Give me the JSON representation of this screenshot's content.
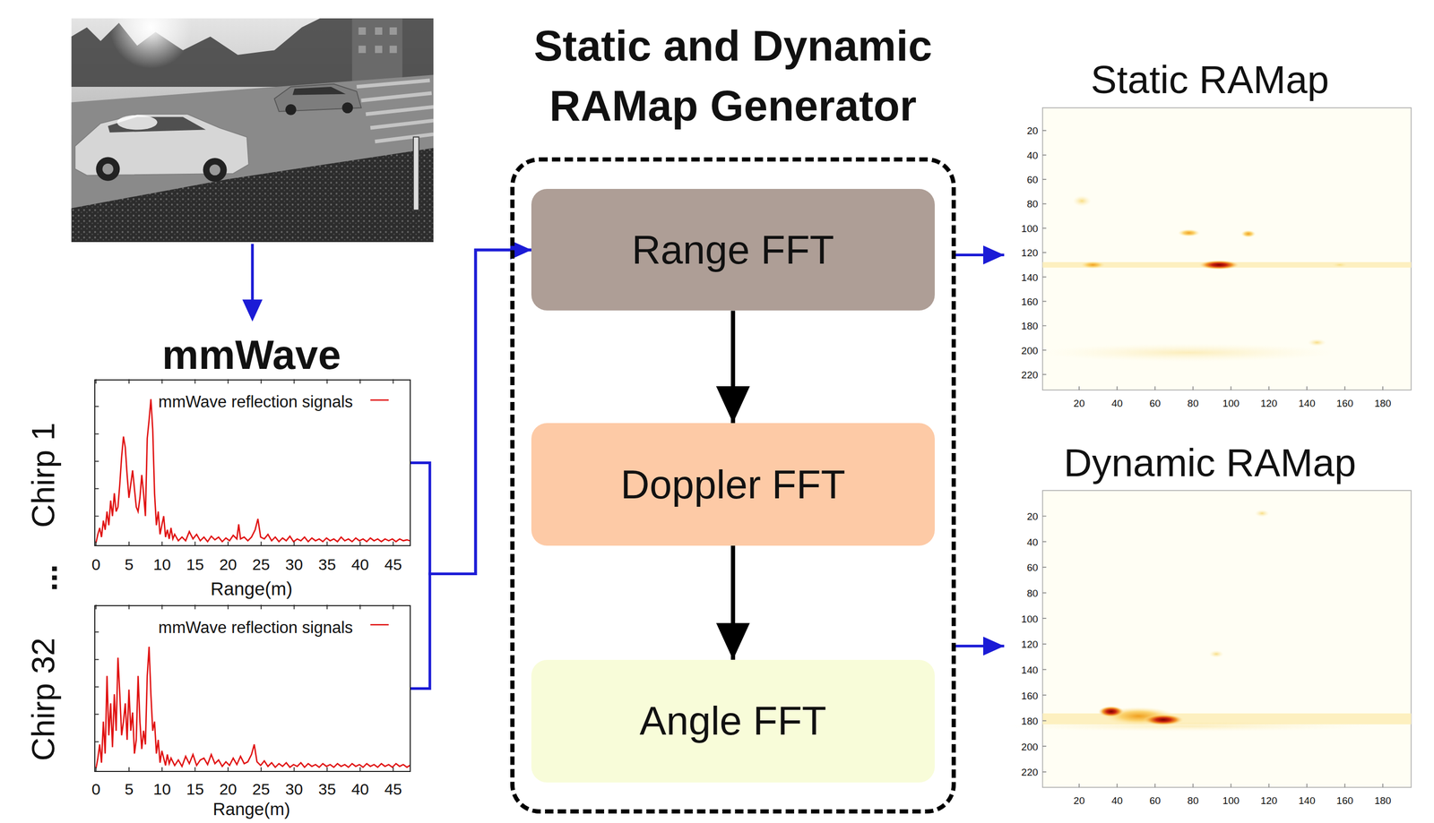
{
  "diagram": {
    "nodes": [
      {
        "text": [
          "mmWave reflection signals"
        ]
      },
      {
        "text": [
          "mmWave reflection signals"
        ]
      },
      {
        "text": [
          "Static and Dynamic RAMap Generator"
        ]
      },
      {
        "text": [
          "Range FFT"
        ],
        "in": 2
      },
      {
        "text": [
          "Doppler FFT"
        ],
        "in": 2
      },
      {
        "text": [
          "Angle FFT"
        ],
        "in": 2
      },
      {
        "text": [
          "Static RAMap"
        ]
      },
      {
        "text": [
          "Dynamic RAMap"
        ]
      }
    ],
    "edges": [
      {
        "from": 0,
        "to": 3,
        "arrow": "to"
      },
      {
        "from": 1,
        "to": 3,
        "arrow": "to"
      },
      {
        "from": 3,
        "to": 4,
        "arrow": "to"
      },
      {
        "from": 4,
        "to": 5,
        "arrow": "to"
      },
      {
        "from": 2,
        "to": 6,
        "arrow": "to"
      },
      {
        "from": 2,
        "to": 7,
        "arrow": "to"
      }
    ],
    "labels": [
      "mmWave",
      "Chirp 1",
      "...",
      "Chirp 32",
      "0",
      "5",
      "10",
      "15",
      "20",
      "25",
      "30",
      "35",
      "40",
      "45",
      "Range(m)",
      "0",
      "5",
      "10",
      "15",
      "20",
      "25",
      "30",
      "35",
      "40",
      "45",
      "Range(m)",
      "20",
      "40",
      "60",
      "80",
      "100",
      "120",
      "140",
      "160",
      "180",
      "200",
      "220",
      "20",
      "40",
      "60",
      "80",
      "100",
      "120",
      "140",
      "160",
      "180",
      "20",
      "40",
      "60",
      "80",
      "100",
      "120",
      "140",
      "160",
      "180",
      "200",
      "220",
      "20",
      "40",
      "60",
      "80",
      "100",
      "120",
      "140",
      "160",
      "180"
    ]
  }
}
